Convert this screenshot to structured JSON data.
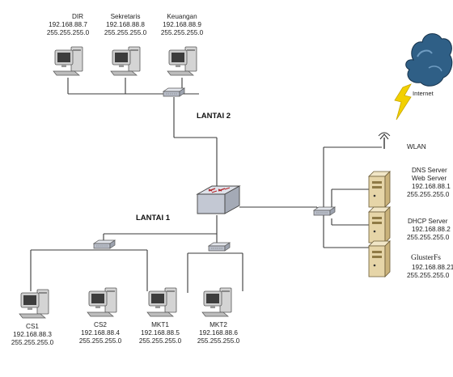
{
  "floors": {
    "floor2_label": "LANTAI 2",
    "floor1_label": "LANTAI 1"
  },
  "pcs_floor2": [
    {
      "name": "DIR",
      "ip": "192.168.88.7",
      "mask": "255.255.255.0"
    },
    {
      "name": "Sekretaris",
      "ip": "192.168.88.8",
      "mask": "255.255.255.0"
    },
    {
      "name": "Keuangan",
      "ip": "192.168.88.9",
      "mask": "255.255.255.0"
    }
  ],
  "pcs_floor1": [
    {
      "name": "CS1",
      "ip": "192.168.88.3",
      "mask": "255.255.255.0"
    },
    {
      "name": "CS2",
      "ip": "192.168.88.4",
      "mask": "255.255.255.0"
    },
    {
      "name": "MKT1",
      "ip": "192.168.88.5",
      "mask": "255.255.255.0"
    },
    {
      "name": "MKT2",
      "ip": "192.168.88.6",
      "mask": "255.255.255.0"
    }
  ],
  "internet": {
    "label": "Internet"
  },
  "wlan": {
    "label": "WLAN"
  },
  "servers": [
    {
      "line1": "DNS Server",
      "line2": "Web Server",
      "ip": "192.168.88.1",
      "mask": "255.255.255.0"
    },
    {
      "line1": "DHCP Server",
      "line2": "",
      "ip": "192.168.88.2",
      "mask": "255.255.255.0"
    },
    {
      "line1": "GlusterFs",
      "line2": "",
      "ip": "192.168.88.21",
      "mask": "255.255.255.0"
    }
  ],
  "colors": {
    "cloud": "#2f5f86",
    "lightning": "#f2d000",
    "hub": "#c7ccd6",
    "router_top": "#d7dbe6",
    "server_body": "#e6d5a8"
  }
}
